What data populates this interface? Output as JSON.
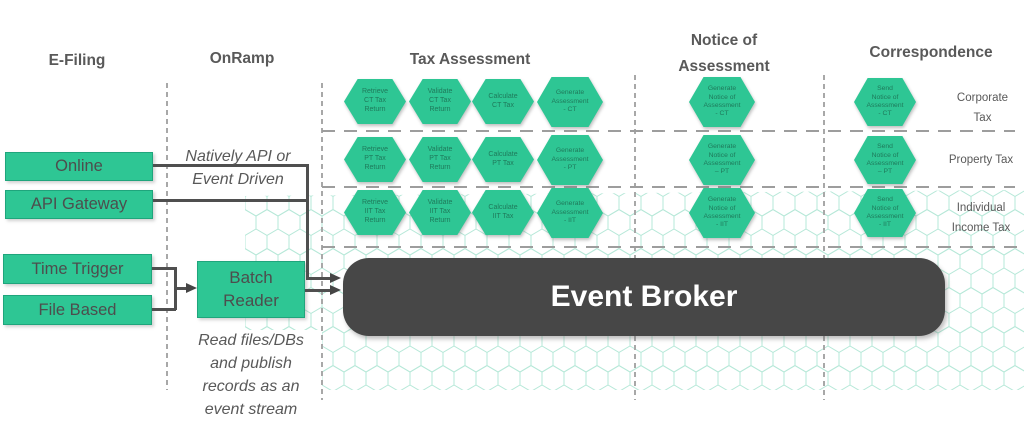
{
  "headers": {
    "efiling": "E-Filing",
    "onramp": "OnRamp",
    "tax_assessment": "Tax Assessment",
    "notice_of_assessment": "Notice of\nAssessment",
    "correspondence": "Correspondence"
  },
  "efiling": {
    "online": "Online",
    "api_gateway": "API Gateway",
    "time_trigger": "Time Trigger",
    "file_based": "File Based"
  },
  "onramp": {
    "batch_reader": "Batch\nReader",
    "note_api": "Natively API or\nEvent Driven",
    "note_read": "Read files/DBs\nand publish\nrecords as an\nevent stream"
  },
  "event_broker": {
    "label": "Event Broker"
  },
  "tax_assessment": {
    "rows": [
      {
        "hexes": [
          "Retrieve\nCT Tax\nReturn",
          "Validate\nCT Tax\nReturn",
          "Calculate\nCT Tax",
          "Generate\nAssessment\n- CT"
        ]
      },
      {
        "hexes": [
          "Retrieve\nPT Tax\nReturn",
          "Validate\nPT Tax\nReturn",
          "Calculate\nPT Tax",
          "Generate\nAssessment\n- PT"
        ]
      },
      {
        "hexes": [
          "Retrieve\nIIT Tax\nReturn",
          "Validate\nIIT Tax\nReturn",
          "Calculate\nIIT Tax",
          "Generate\nAssessment\n- IIT"
        ]
      }
    ]
  },
  "notice": {
    "hexes": [
      "Generate\nNotice of\nAssessment\n- CT",
      "Generate\nNotice of\nAssessment\n– PT",
      "Generate\nNotice of\nAssessment\n- IIT"
    ]
  },
  "correspondence": {
    "hexes": [
      "Send\nNotice of\nAssessment\n- CT",
      "Send\nNotice of\nAssessment\n– PT",
      "Send\nNotice of\nAssessment\n- IIT"
    ]
  },
  "row_labels": [
    "Corporate\nTax",
    "Property Tax",
    "Individual\nIncome Tax"
  ],
  "colors": {
    "shape_green": "#2ec694",
    "broker_dark": "#474747",
    "hex_text_green": "#1f7a5b",
    "text_gray": "#595959",
    "dash_gray": "#a8a8a8",
    "honeycomb_mint": "#a9e4d1"
  }
}
